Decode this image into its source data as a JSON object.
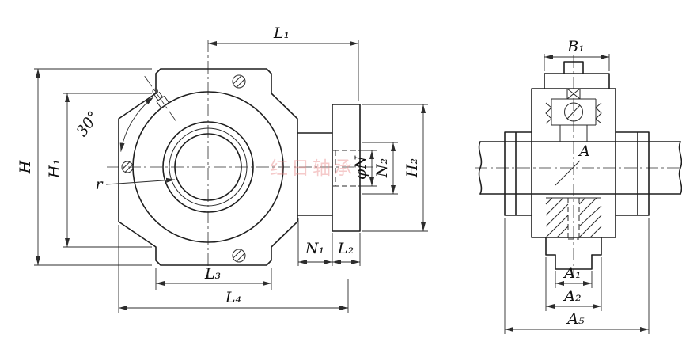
{
  "drawing": {
    "watermark": "红日轴承",
    "front_view_labels": {
      "L1": "L₁",
      "H": "H",
      "H1": "H₁",
      "angle": "30°",
      "r": "r",
      "phiN": "φN",
      "N2": "N₂",
      "H2": "H₂",
      "N1": "N₁",
      "L2": "L₂",
      "L3": "L₃",
      "L4": "L₄"
    },
    "side_view_labels": {
      "B1": "B₁",
      "A": "A",
      "A1": "A₁",
      "A2": "A₂",
      "A5": "A₅"
    },
    "colors": {
      "watermark": "#e98b8b",
      "line": "#1f1f1f"
    }
  }
}
